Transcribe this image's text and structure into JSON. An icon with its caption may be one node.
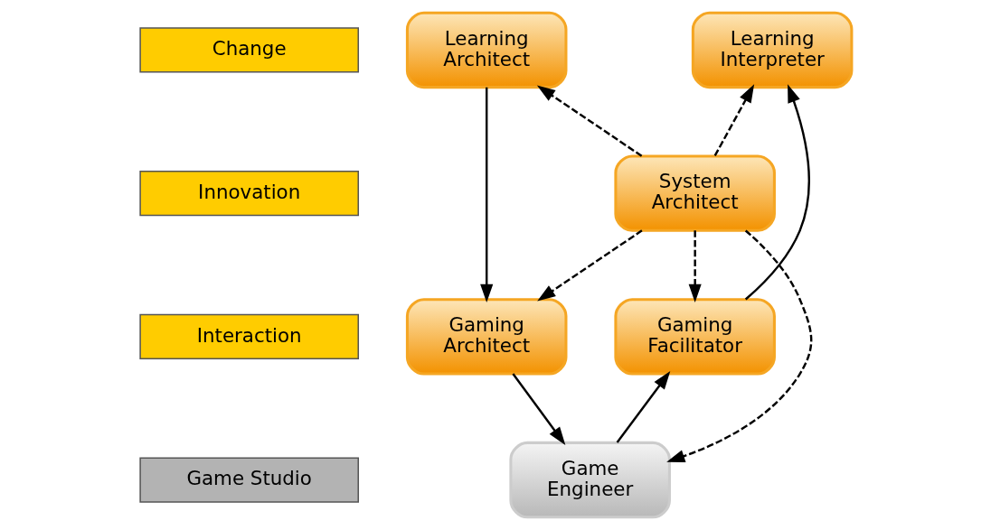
{
  "diagram": {
    "nodes": [
      {
        "text": [
          "Change"
        ]
      },
      {
        "text": [
          "Learning Architect"
        ]
      },
      {
        "text": [
          "Learning Interpreter"
        ]
      },
      {
        "text": [
          "Innovation"
        ]
      },
      {
        "text": [
          "System Architect"
        ]
      },
      {
        "text": [
          "Interaction"
        ]
      },
      {
        "text": [
          "Gaming Architect"
        ]
      },
      {
        "text": [
          "Gaming Facilitator"
        ]
      },
      {
        "text": [
          "Game Studio"
        ]
      },
      {
        "text": [
          "Game Engineer"
        ]
      }
    ],
    "edges": [
      {
        "from": 1,
        "to": 6,
        "arrow": "to"
      },
      {
        "from": 4,
        "to": 1,
        "arrow": "to",
        "style": "dashed"
      },
      {
        "from": 4,
        "to": 2,
        "arrow": "to",
        "style": "dashed"
      },
      {
        "from": 7,
        "to": 2,
        "arrow": "to"
      },
      {
        "from": 4,
        "to": 6,
        "arrow": "to",
        "style": "dashed"
      },
      {
        "from": 4,
        "to": 7,
        "arrow": "to",
        "style": "dashed"
      },
      {
        "from": 4,
        "to": 9,
        "arrow": "to",
        "style": "dashed"
      },
      {
        "from": 6,
        "to": 9,
        "arrow": "to"
      },
      {
        "from": 9,
        "to": 7,
        "arrow": "to"
      }
    ]
  }
}
